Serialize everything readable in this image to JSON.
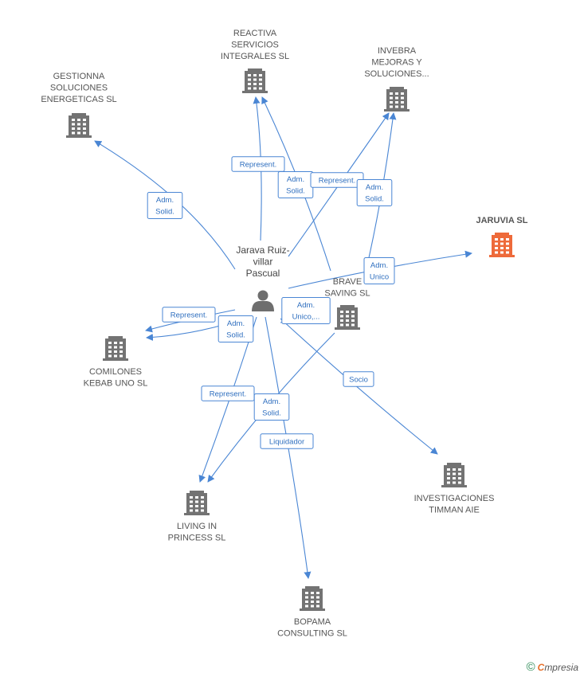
{
  "center": {
    "label": [
      "Jarava Ruiz-",
      "villar",
      "Pascual"
    ]
  },
  "companies": {
    "reactiva": {
      "label": [
        "REACTIVA",
        "SERVICIOS",
        "INTEGRALES SL"
      ],
      "highlight": false
    },
    "invebra": {
      "label": [
        "INVEBRA",
        "MEJORAS Y",
        "SOLUCIONES..."
      ],
      "highlight": false
    },
    "gestionna": {
      "label": [
        "GESTIONNA",
        "SOLUCIONES",
        "ENERGETICAS SL"
      ],
      "highlight": false
    },
    "jaruvia": {
      "label": [
        "JARUVIA  SL"
      ],
      "highlight": true
    },
    "brave": {
      "label": [
        "BRAVE",
        "SAVING SL"
      ],
      "highlight": false
    },
    "comilones": {
      "label": [
        "COMILONES",
        "KEBAB UNO  SL"
      ],
      "highlight": false
    },
    "investigaciones": {
      "label": [
        "INVESTIGACIONES",
        "TIMMAN AIE"
      ],
      "highlight": false
    },
    "living": {
      "label": [
        "LIVING IN",
        "PRINCESS  SL"
      ],
      "highlight": false
    },
    "bopama": {
      "label": [
        "BOPAMA",
        "CONSULTING SL"
      ],
      "highlight": false
    }
  },
  "edges": [
    {
      "from": "center",
      "to": "reactiva",
      "label": [
        "Represent."
      ]
    },
    {
      "from": "center",
      "to": "reactiva",
      "label": [
        "Adm.",
        "Solid."
      ]
    },
    {
      "from": "center",
      "to": "invebra",
      "label": [
        "Represent."
      ]
    },
    {
      "from": "center",
      "to": "invebra",
      "label": [
        "Adm.",
        "Solid."
      ]
    },
    {
      "from": "center",
      "to": "gestionna",
      "label": [
        "Adm.",
        "Solid."
      ]
    },
    {
      "from": "center",
      "to": "jaruvia",
      "label": [
        "Adm.",
        "Unico"
      ]
    },
    {
      "from": "center",
      "to": "brave",
      "label": [
        "Adm.",
        "Unico,..."
      ]
    },
    {
      "from": "center",
      "to": "comilones",
      "label": [
        "Represent."
      ]
    },
    {
      "from": "center",
      "to": "comilones",
      "label": [
        "Adm.",
        "Solid."
      ]
    },
    {
      "from": "center",
      "to": "investigaciones",
      "label": [
        "Socio"
      ]
    },
    {
      "from": "center",
      "to": "living",
      "label": [
        "Represent."
      ]
    },
    {
      "from": "center",
      "to": "living",
      "label": [
        "Adm.",
        "Solid."
      ]
    },
    {
      "from": "center",
      "to": "bopama",
      "label": [
        "Liquidador"
      ]
    }
  ],
  "footer": {
    "copyright": "©",
    "brand_first": "C",
    "brand_rest": "mpresia"
  },
  "colors": {
    "edge": "#4a86d4",
    "building": "#737373",
    "highlight_building": "#ee6a3a"
  }
}
